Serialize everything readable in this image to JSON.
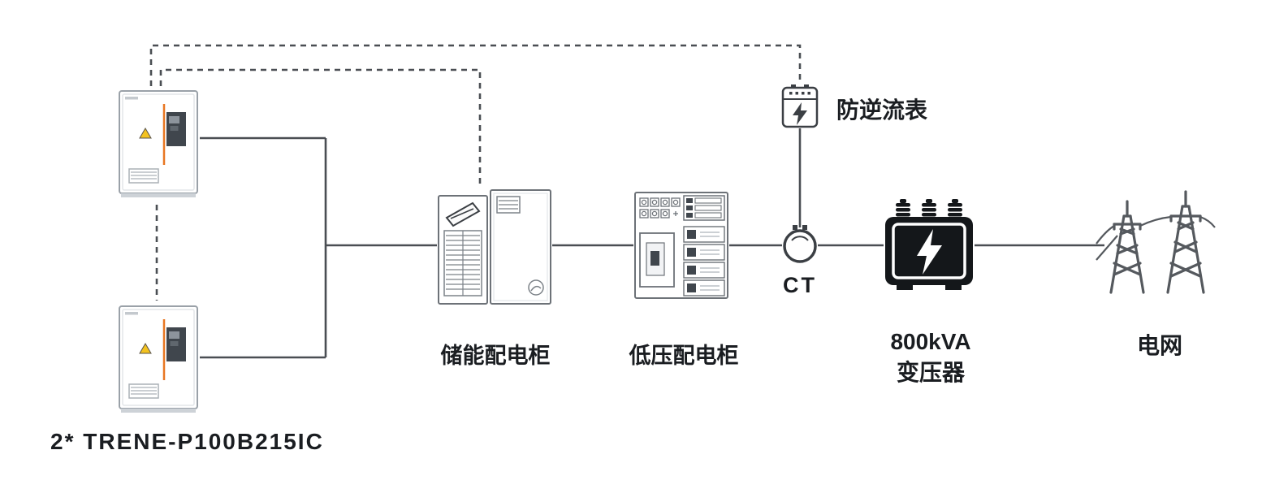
{
  "diagram": {
    "labels": {
      "pcs": "2* TRENE-P100B215IC",
      "storage_cabinet": "储能配电柜",
      "lv_cabinet": "低压配电柜",
      "ct": "CT",
      "meter": "防逆流表",
      "transformer_line1": "800kVA",
      "transformer_line2": "变压器",
      "grid": "电网"
    },
    "colors": {
      "connector_line": "#4a4e53",
      "dashed_line": "#4a4e53",
      "accent_orange": "#e87722",
      "warning_yellow": "#f3c21f",
      "transformer_black": "#14171a",
      "cabinet_outline": "#6d7278",
      "text": "#1a1d21"
    }
  }
}
